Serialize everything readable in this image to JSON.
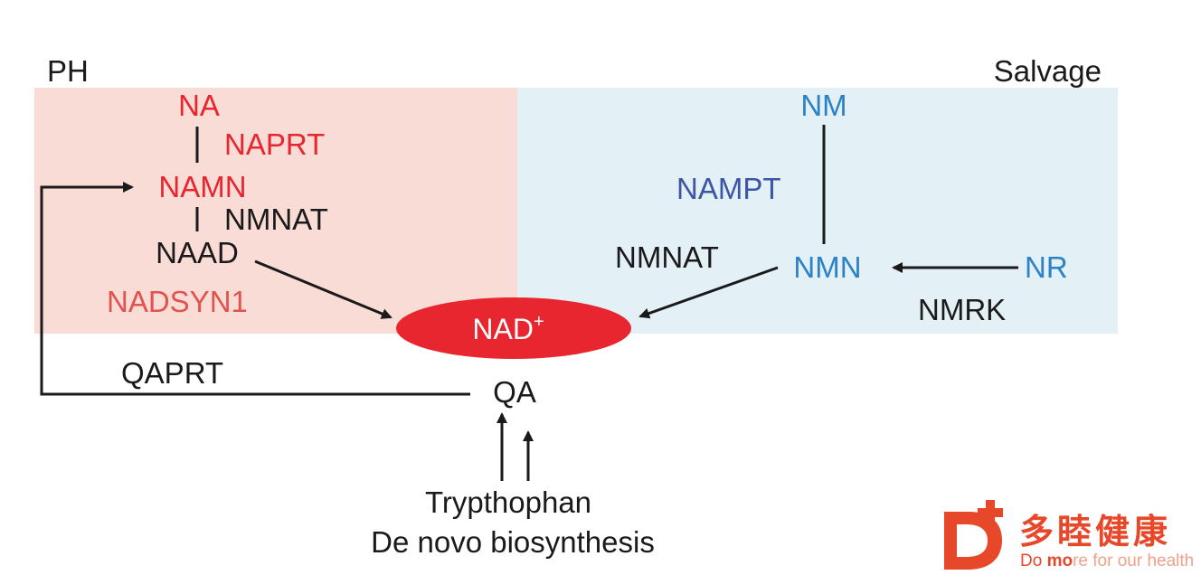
{
  "colors": {
    "ph_region": "#fadcd6",
    "salvage_region": "#e3f0f6",
    "red": "#e8262f",
    "nadsyn_red": "#e0534f",
    "blue": "#2b82c4",
    "nampt_blue": "#3d56a3",
    "black": "#1a1a1a",
    "brand_orange": "#e8482a"
  },
  "regions": {
    "ph_label": "PH",
    "salvage_label": "Salvage"
  },
  "ph_pathway": {
    "na": "NA",
    "naprt": "NAPRT",
    "namn": "NAMN",
    "nmnat": "NMNAT",
    "naad": "NAAD",
    "nadsyn1": "NADSYN1"
  },
  "salvage_pathway": {
    "nm": "NM",
    "nampt": "NAMPT",
    "nmnat": "NMNAT",
    "nmn": "NMN",
    "nr": "NR",
    "nmrk": "NMRK"
  },
  "center": {
    "nad": "NAD",
    "nad_superscript": "+"
  },
  "de_novo": {
    "qaprt": "QAPRT",
    "qa": "QA",
    "trypthophan": "Trypthophan",
    "de_novo_biosynthesis": "De novo biosynthesis"
  },
  "watermark": {
    "chinese": "多睦健康",
    "slogan_part1": "Do ",
    "slogan_part2": "mo",
    "slogan_part3": "re for our health"
  }
}
